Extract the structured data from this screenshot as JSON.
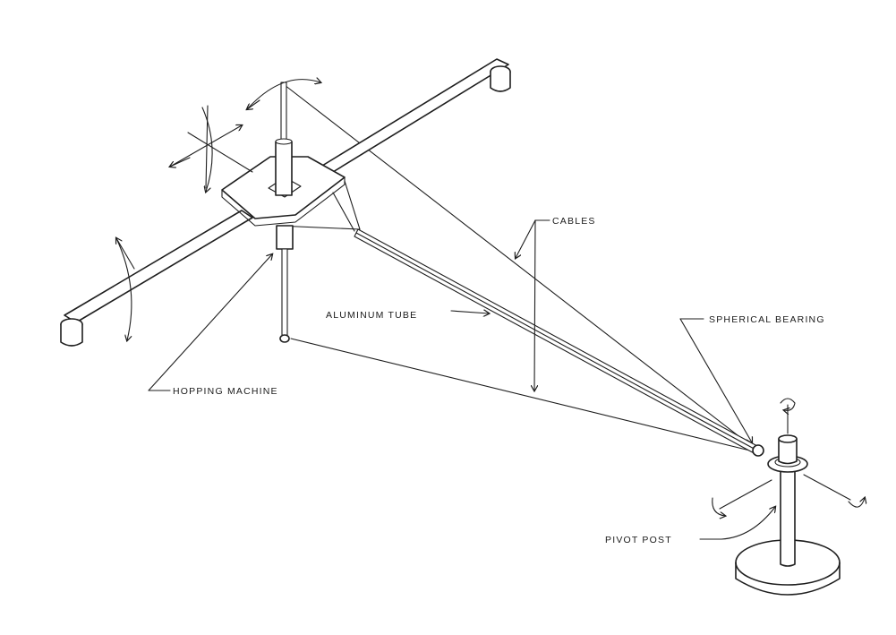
{
  "labels": {
    "cables": "CABLES",
    "spherical_bearing": "SPHERICAL BEARING",
    "aluminum_tube": "ALUMINUM TUBE",
    "hopping_machine": "HOPPING MACHINE",
    "pivot_post": "PIVOT POST"
  }
}
